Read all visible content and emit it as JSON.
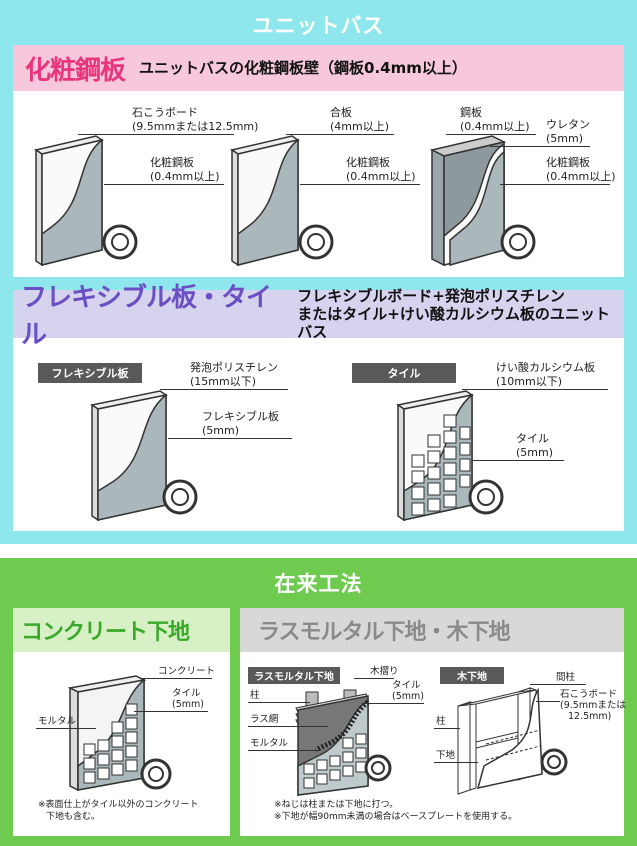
{
  "unit_bath": {
    "title": "ユニットバス",
    "section1": {
      "title": "化粧鋼板",
      "subtitle": "ユニットバスの化粧鋼板壁（鋼板0.4mm以上）",
      "panels": [
        {
          "label_a": "石こうボード",
          "label_a2": "(9.5mmまたは12.5mm)",
          "label_b": "化粧鋼板",
          "label_b2": "(0.4mm以上)"
        },
        {
          "label_a": "合板",
          "label_a2": "(4mm以上)",
          "label_b": "化粧鋼板",
          "label_b2": "(0.4mm以上)"
        },
        {
          "label_a": "鋼板",
          "label_a2": "(0.4mm以上)",
          "label_c": "ウレタン",
          "label_c2": "(5mm)",
          "label_b": "化粧鋼板",
          "label_b2": "(0.4mm以上)"
        }
      ]
    },
    "section2": {
      "title": "フレキシブル板・タイル",
      "subtitle_line1": "フレキシブルボード+発泡ポリスチレン",
      "subtitle_line2": "またはタイル+けい酸カルシウム板のユニットバス",
      "flex": {
        "tag": "フレキシブル板",
        "label_a": "発泡ポリスチレン",
        "label_a2": "(15mm以下)",
        "label_b": "フレキシブル板",
        "label_b2": "(5mm)"
      },
      "tile": {
        "tag": "タイル",
        "label_a": "けい酸カルシウム板",
        "label_a2": "(10mm以下)",
        "label_b": "タイル",
        "label_b2": "(5mm)"
      }
    }
  },
  "conventional": {
    "title": "在来工法",
    "concrete": {
      "title": "コンクリート下地",
      "label_concrete": "コンクリート",
      "label_tile": "タイル",
      "label_tile2": "(5mm)",
      "label_mortar": "モルタル",
      "note_line1": "※表面仕上がタイル以外のコンクリート",
      "note_line2": "下地も含む。"
    },
    "lath_wood": {
      "title": "ラスモルタル下地・木下地",
      "lath": {
        "tag": "ラスモルタル下地",
        "label_furring": "木摺り",
        "label_pillar": "柱",
        "label_tile": "タイル",
        "label_tile2": "(5mm)",
        "label_lath": "ラス網",
        "label_mortar": "モルタル"
      },
      "wood": {
        "tag": "木下地",
        "label_stud": "間柱",
        "label_board": "石こうボード",
        "label_board2": "(9.5mmまたは",
        "label_board3": "12.5mm)",
        "label_pillar": "柱",
        "label_base": "下地"
      },
      "note_line1": "※ねじは柱または下地に打つ。",
      "note_line2": "※下地が幅90mm未満の場合はベースプレートを使用する。"
    }
  },
  "colors": {
    "cyan": "#8fe7ee",
    "green": "#6ecb4f",
    "pink": "#f7c8dc",
    "lavender": "#d6d3ef",
    "lightgreen": "#d7f0c6",
    "gray": "#d8d8d8",
    "darkgray": "#595959",
    "titlepink": "#e8357e",
    "titlepurple": "#6a4fc4",
    "titlegreen": "#3aa829",
    "titlegray": "#8a8a8a"
  }
}
